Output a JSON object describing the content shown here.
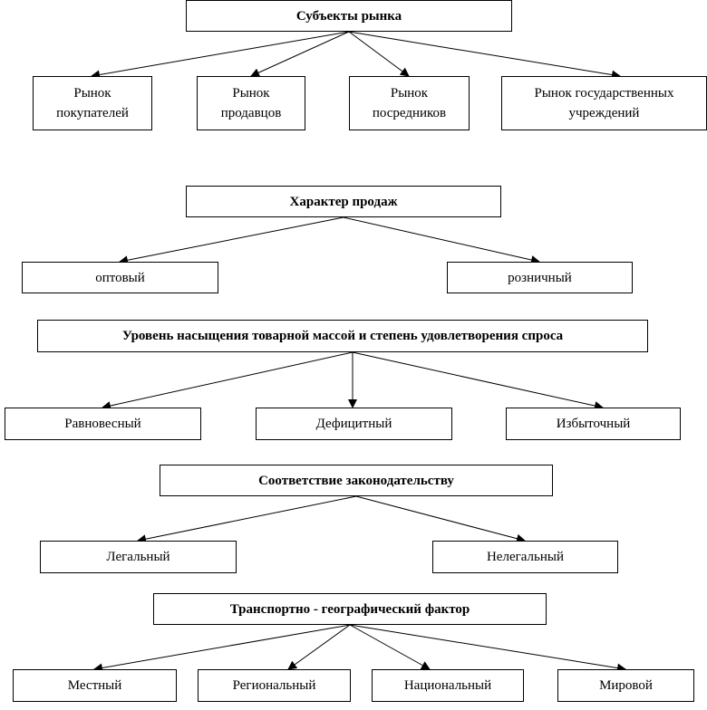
{
  "groups": [
    {
      "title": "Субъекты рынка",
      "items": [
        "Рынок\nпокупателей",
        "Рынок\nпродавцов",
        "Рынок\nпосредников",
        "Рынок государственных\nучреждений"
      ]
    },
    {
      "title": "Характер продаж",
      "items": [
        "оптовый",
        "розничный"
      ]
    },
    {
      "title": "Уровень насыщения товарной массой и степень удовлетворения спроса",
      "items": [
        "Равновесный",
        "Дефицитный",
        "Избыточный"
      ]
    },
    {
      "title": "Соответствие законодательству",
      "items": [
        "Легальный",
        "Нелегальный"
      ]
    },
    {
      "title": "Транспортно - географический фактор",
      "items": [
        "Местный",
        "Региональный",
        "Национальный",
        "Мировой"
      ]
    }
  ],
  "colors": {
    "line": "#000000",
    "box_border": "#000000",
    "background": "#ffffff"
  }
}
